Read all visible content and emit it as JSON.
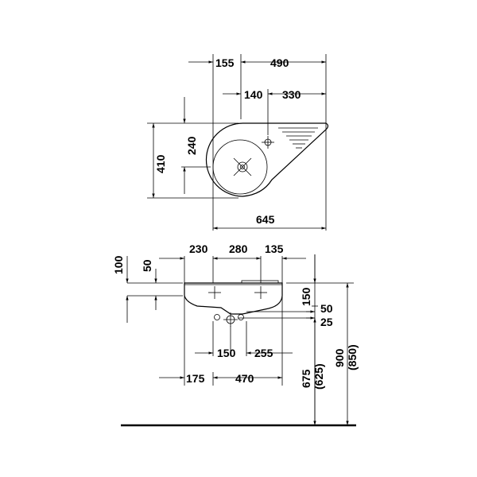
{
  "top_view": {
    "dims": {
      "d155": "155",
      "d490": "490",
      "d140": "140",
      "d330": "330",
      "d240": "240",
      "d410": "410",
      "d645": "645"
    }
  },
  "front_view": {
    "dims": {
      "d230": "230",
      "d280": "280",
      "d135": "135",
      "d100": "100",
      "d50_left": "50",
      "d150_right": "150",
      "d50_right": "50",
      "d25": "25",
      "d150_bottom": "150",
      "d255": "255",
      "d175": "175",
      "d470": "470",
      "d675": "675",
      "d625": "(625)",
      "d900": "900",
      "d850": "(850)"
    }
  }
}
